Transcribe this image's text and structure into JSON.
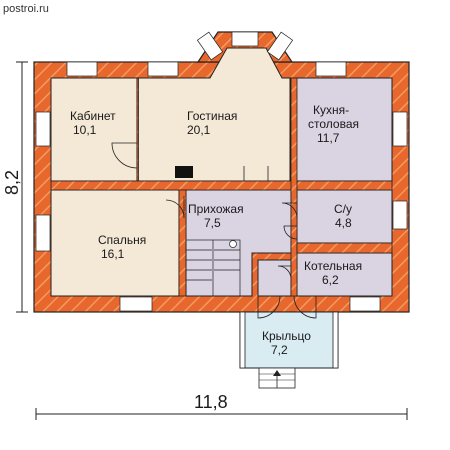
{
  "watermark": "postroi.ru",
  "dimensions": {
    "width": "11,8",
    "height": "8,2"
  },
  "colors": {
    "wall": "#e8672d",
    "wall_brick": "#f08a52",
    "living": "#f4e8d6",
    "kitchen": "#d9d3e2",
    "porch": "#d8ecf2",
    "outline": "#222222"
  },
  "rooms": [
    {
      "name": "Кабинет",
      "area": "10,1"
    },
    {
      "name": "Гостиная",
      "area": "20,1"
    },
    {
      "name": "Кухня-",
      "name2": "столовая",
      "area": "11,7"
    },
    {
      "name": "Прихожая",
      "area": "7,5"
    },
    {
      "name": "С/у",
      "area": "4,8"
    },
    {
      "name": "Спальня",
      "area": "16,1"
    },
    {
      "name": "Котельная",
      "area": "6,2"
    },
    {
      "name": "Крыльцо",
      "area": "7,2"
    }
  ]
}
